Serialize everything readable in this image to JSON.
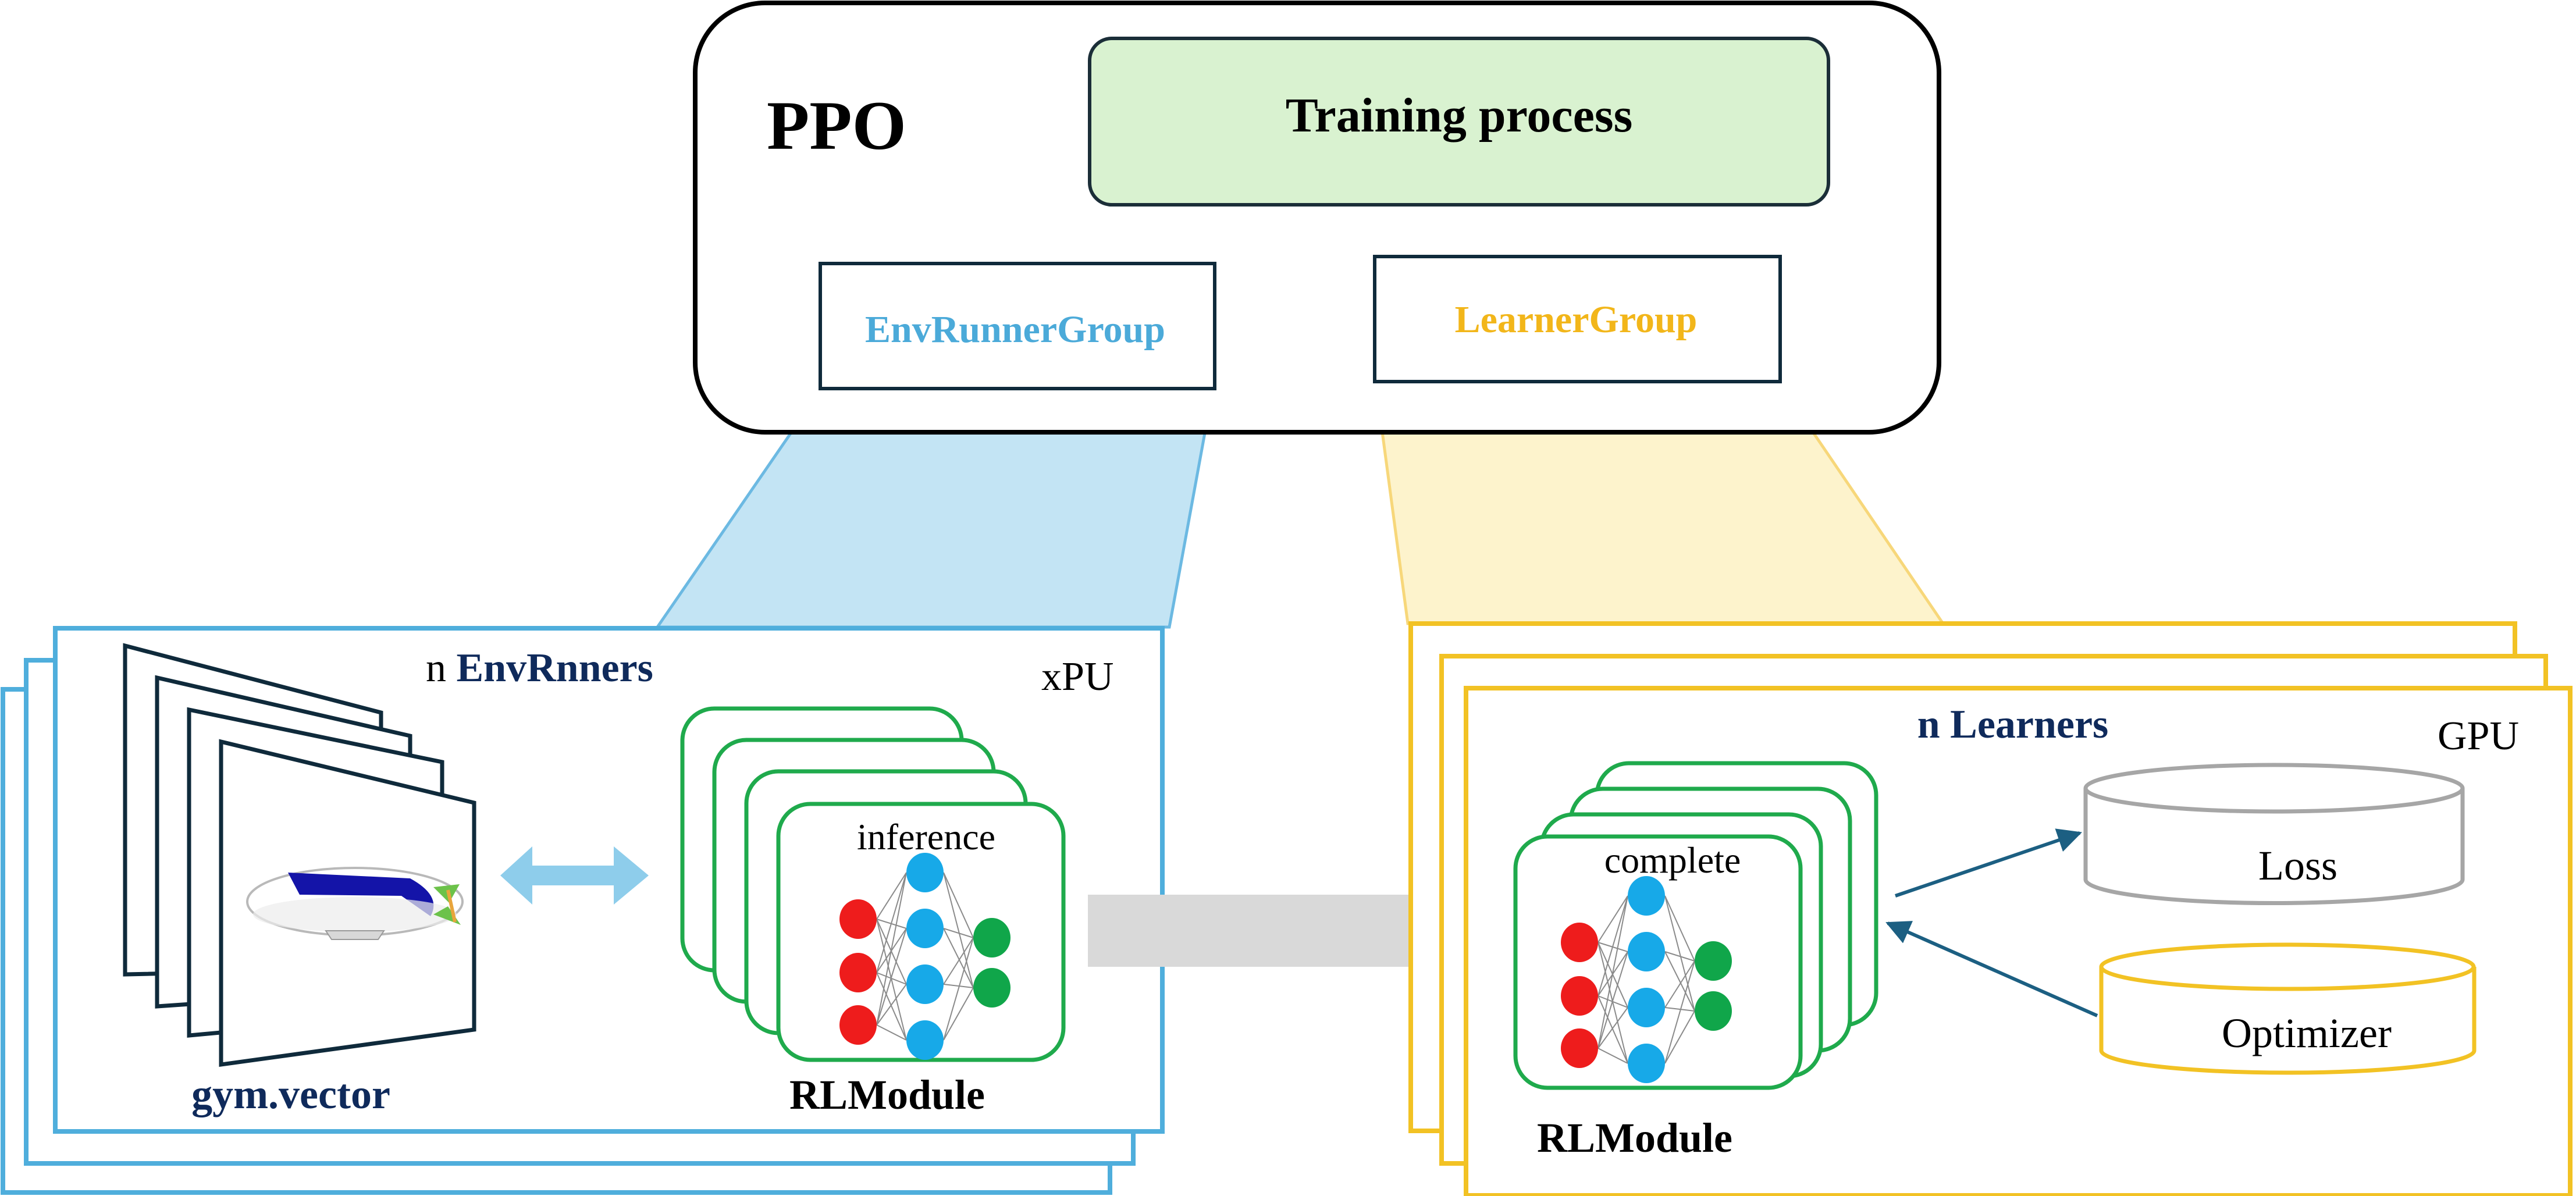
{
  "ppo": {
    "title": "PPO",
    "training_process": "Training process",
    "env_runner_group": "EnvRunnerGroup",
    "learner_group": "LearnerGroup"
  },
  "env_runners": {
    "title_prefix": "n ",
    "title_bold": "EnvRnners",
    "device": "xPU",
    "env_label": "gym.vector",
    "module_caption": "inference",
    "module_label": "RLModule"
  },
  "learners": {
    "title": "n Learners",
    "device": "GPU",
    "module_caption": "complete",
    "module_label": "RLModule",
    "loss": "Loss",
    "optimizer": "Optimizer"
  },
  "colors": {
    "blue_border": "#4FAEDC",
    "blue_fill": "#C3E4F4",
    "yellow_border": "#F2C224",
    "yellow_fill": "#FDF3CC",
    "green_border": "#1FAA4C",
    "training_fill": "#D9F2D0",
    "dark_navy": "#0F2A5B",
    "env_group_text": "#4BAAD9",
    "learner_group_text": "#F2B61A",
    "node_red": "#EE1C1C",
    "node_blue": "#17A9E8",
    "node_green": "#10A64A",
    "gray_arrow": "#D9D9D9",
    "teal_arrow": "#1C5F82"
  }
}
